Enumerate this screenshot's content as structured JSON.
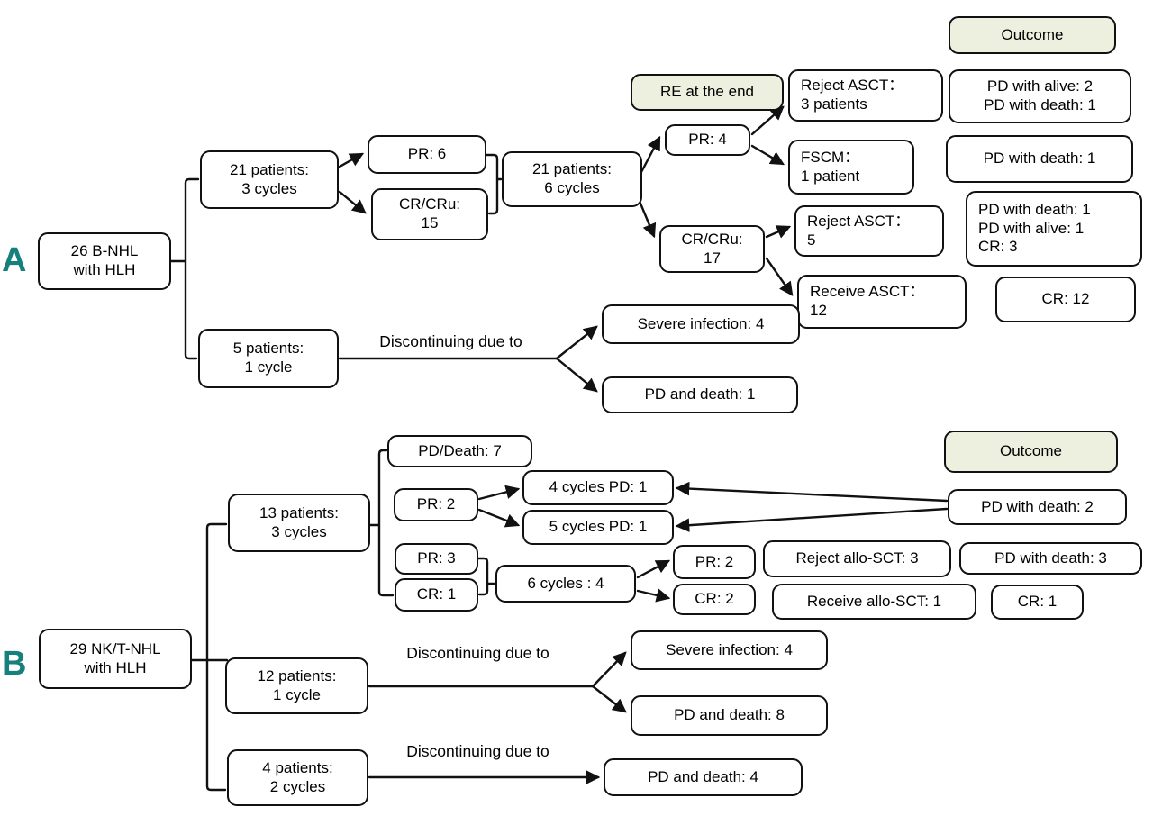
{
  "colors": {
    "panel_label": "#15807d",
    "header_fill": "#eef0df",
    "box_border": "#111111"
  },
  "panel_a": {
    "label": "A",
    "root": "26 B-NHL\nwith HLH",
    "cycles3": "21 patients:\n3 cycles",
    "cycle1": "5 patients:\n1 cycle",
    "pr6": "PR: 6",
    "crcru15": "CR/CRu:\n15",
    "cycles6": "21 patients:\n6 cycles",
    "re_header": "RE at the end",
    "pr4": "PR: 4",
    "reject_asct3": "Reject ASCT：\n3 patients",
    "fscm": "FSCM：\n1 patient",
    "outcome_header": "Outcome",
    "out_pd_alive2": "PD with alive: 2\nPD with death: 1",
    "out_pd_death1": "PD with death: 1",
    "crcru17": "CR/CRu:\n17",
    "reject_asct5": "Reject ASCT：\n5",
    "receive_asct12": "Receive ASCT：\n12",
    "out_mixed": "PD with death: 1\nPD with alive: 1\nCR: 3",
    "out_cr12": "CR: 12",
    "discontinue": "Discontinuing due to",
    "severe_infection": "Severe infection: 4",
    "pd_and_death1": "PD and death: 1"
  },
  "panel_b": {
    "label": "B",
    "root": "29 NK/T-NHL\nwith HLH",
    "cycles3": "13 patients:\n3 cycles",
    "pd_death7": "PD/Death: 7",
    "pr2": "PR: 2",
    "cycles4_pd": "4 cycles PD: 1",
    "cycles5_pd": "5 cycles PD: 1",
    "pr3": "PR: 3",
    "cr1": "CR: 1",
    "cycles6": "6 cycles : 4",
    "pr2_end": "PR: 2",
    "cr2_end": "CR: 2",
    "reject_allo": "Reject allo-SCT: 3",
    "receive_allo": "Receive allo-SCT: 1",
    "outcome_header": "Outcome",
    "out_pd_death2": "PD with death: 2",
    "out_pd_death3": "PD with death: 3",
    "out_cr1": "CR: 1",
    "cycle1": "12 patients:\n1 cycle",
    "severe_infection": "Severe infection: 4",
    "pd_and_death8": "PD and death: 8",
    "cycles2": "4 patients:\n2 cycles",
    "pd_and_death4": "PD and death: 4",
    "discontinue1": "Discontinuing due to",
    "discontinue2": "Discontinuing due to"
  }
}
